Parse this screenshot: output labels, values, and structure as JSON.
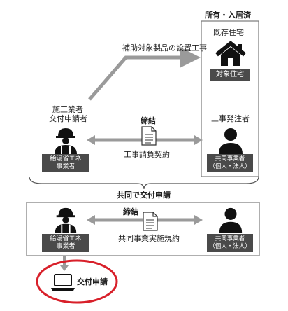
{
  "top": {
    "badge_label": "所有・入居済",
    "existing_house_label": "既存住宅",
    "target_house_label": "対象住宅",
    "install_work_label": "補助対象製品の設置工事",
    "contractor_title_line1": "施工業者",
    "contractor_title_line2": "交付申請者",
    "contractor_role_line1": "給湯省エネ",
    "contractor_role_line2": "事業者",
    "sign_label": "締結",
    "contract_label": "工事請負契約",
    "client_title": "工事発注者",
    "client_role_line1": "共同事業者",
    "client_role_line2": "（個人・法人）"
  },
  "joint_heading": "共同で交付申請",
  "bottom": {
    "contractor_role_line1": "給湯省エネ",
    "contractor_role_line2": "事業者",
    "sign_label": "締結",
    "agreement_label": "共同事業実施規約",
    "partner_role_line1": "共同事業者",
    "partner_role_line2": "（個人・法人）"
  },
  "application": {
    "label": "交付申請"
  },
  "colors": {
    "box_label_bg": "#4a4a4a",
    "arrow_gray": "#9a9a9a",
    "highlight_red": "#d8202a",
    "frame_gray": "#7a7a7a"
  }
}
